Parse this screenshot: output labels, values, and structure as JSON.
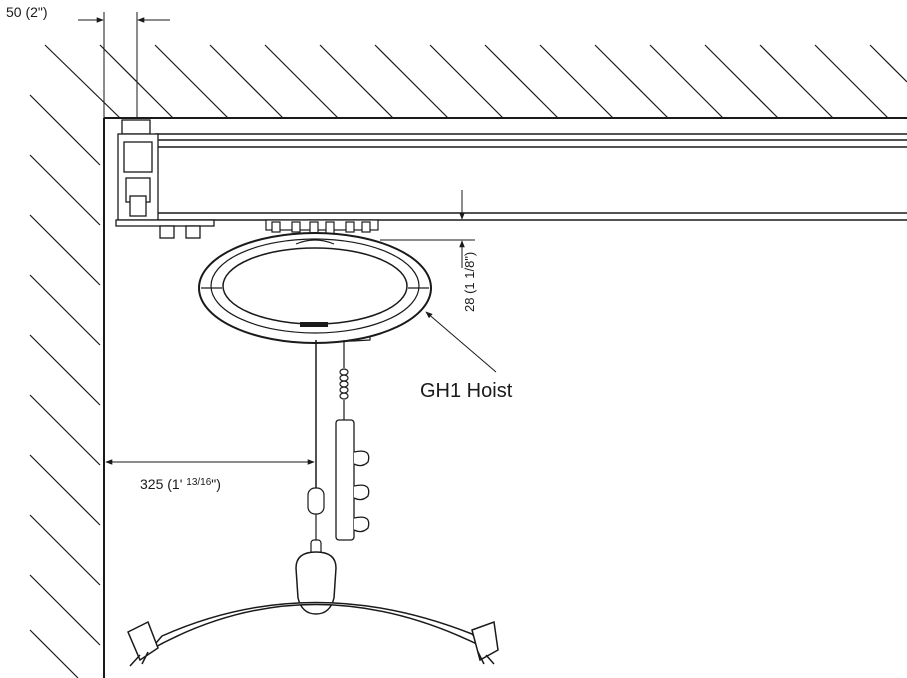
{
  "dimensions": {
    "wall_offset": "50 (2\")",
    "hoist_clearance": "28 (1 1/8\")",
    "horizontal_distance_prefix": "325 (1'",
    "horizontal_distance_sup": "13/16",
    "horizontal_distance_suffix": "\")"
  },
  "labels": {
    "hoist": "GH1 Hoist"
  },
  "colors": {
    "line": "#1a1a1a",
    "fill": "#ffffff"
  }
}
